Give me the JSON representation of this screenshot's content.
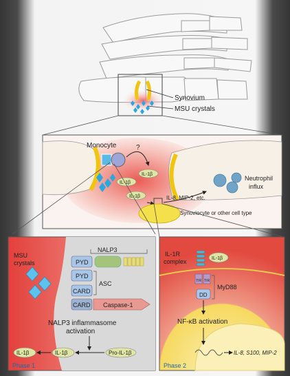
{
  "labels": {
    "synovium": "Synovium",
    "msu_crystals_top": "MSU crystals",
    "monocyte": "Monocyte",
    "question": "?",
    "il1b_1": "IL-1β",
    "il1b_2": "IL-1β",
    "il1b_3": "IL-1β",
    "il8_mip": "IL-8, MIP-2, etc.",
    "neutrophil_influx_1": "Neutrophil",
    "neutrophil_influx_2": "influx",
    "synoviocyte": "Synoviocyte or other cell type"
  },
  "phase1": {
    "msu_1": "MSU",
    "msu_2": "crystals",
    "nalp3": "NALP3",
    "pyd_top": "PYD",
    "pyd_bottom": "PYD",
    "asc": "ASC",
    "card_top": "CARD",
    "card_bottom": "CARD",
    "caspase": "Caspase-1",
    "activation_1": "NALP3 inflammasome",
    "activation_2": "activation",
    "il1b_left": "IL-1β",
    "il1b_mid": "IL-1β",
    "pro_il1b": "Pro-IL-1β",
    "phase": "Phase 1"
  },
  "phase2": {
    "il1r_1": "IL-1R",
    "il1r_2": "complex",
    "il1b": "IL-1β",
    "tir_1": "TIR",
    "tir_2": "TIR",
    "dd": "DD",
    "myd88": "MyD88",
    "nfkb": "NF-κB activation",
    "genes": "IL-8, S100, MIP-2",
    "phase": "Phase 2"
  }
}
